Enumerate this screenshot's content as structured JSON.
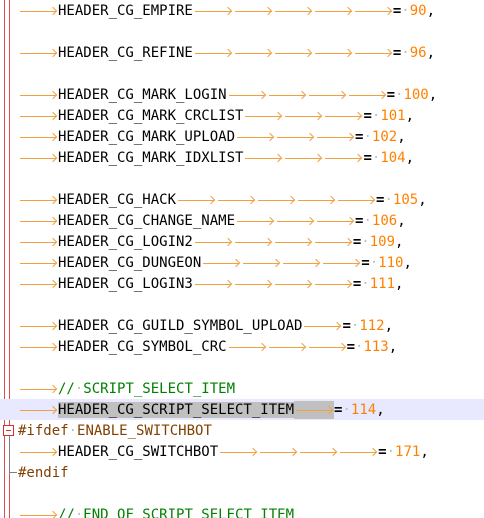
{
  "editor": {
    "lines": [
      {
        "type": "enum",
        "ident": "HEADER_CG_EMPIRE",
        "tabs": 5,
        "value": "90"
      },
      {
        "type": "blank"
      },
      {
        "type": "enum",
        "ident": "HEADER_CG_REFINE",
        "tabs": 5,
        "value": "96"
      },
      {
        "type": "blank"
      },
      {
        "type": "enum",
        "ident": "HEADER_CG_MARK_LOGIN",
        "tabs": 4,
        "value": "100"
      },
      {
        "type": "enum",
        "ident": "HEADER_CG_MARK_CRCLIST",
        "tabs": 3,
        "value": "101"
      },
      {
        "type": "enum",
        "ident": "HEADER_CG_MARK_UPLOAD",
        "tabs": 3,
        "value": "102"
      },
      {
        "type": "enum",
        "ident": "HEADER_CG_MARK_IDXLIST",
        "tabs": 3,
        "value": "104"
      },
      {
        "type": "blank"
      },
      {
        "type": "enum",
        "ident": "HEADER_CG_HACK",
        "tabs": 5,
        "value": "105"
      },
      {
        "type": "enum",
        "ident": "HEADER_CG_CHANGE_NAME",
        "tabs": 3,
        "value": "106"
      },
      {
        "type": "enum",
        "ident": "HEADER_CG_LOGIN2",
        "tabs": 4,
        "value": "109"
      },
      {
        "type": "enum",
        "ident": "HEADER_CG_DUNGEON",
        "tabs": 4,
        "value": "110"
      },
      {
        "type": "enum",
        "ident": "HEADER_CG_LOGIN3",
        "tabs": 4,
        "value": "111"
      },
      {
        "type": "blank"
      },
      {
        "type": "enum",
        "ident": "HEADER_CG_GUILD_SYMBOL_UPLOAD",
        "tabs": 1,
        "value": "112"
      },
      {
        "type": "enum",
        "ident": "HEADER_CG_SYMBOL_CRC",
        "tabs": 3,
        "value": "113"
      },
      {
        "type": "blank"
      },
      {
        "type": "comment",
        "prefix": "//",
        "text": "SCRIPT_SELECT_ITEM"
      },
      {
        "type": "enum",
        "ident": "HEADER_CG_SCRIPT_SELECT_ITEM",
        "tabs": 1,
        "value": "114",
        "selected": true,
        "current": true
      },
      {
        "type": "pp",
        "directive": "#ifdef",
        "arg": "ENABLE_SWITCHBOT",
        "fold": "open"
      },
      {
        "type": "enum",
        "ident": "HEADER_CG_SWITCHBOT",
        "tabs": 4,
        "value": "171"
      },
      {
        "type": "pp",
        "directive": "#endif",
        "fold": "end"
      },
      {
        "type": "blank"
      },
      {
        "type": "comment",
        "prefix": "//",
        "text": "END_OF_SCRIPT_SELECT_ITEM"
      }
    ]
  }
}
